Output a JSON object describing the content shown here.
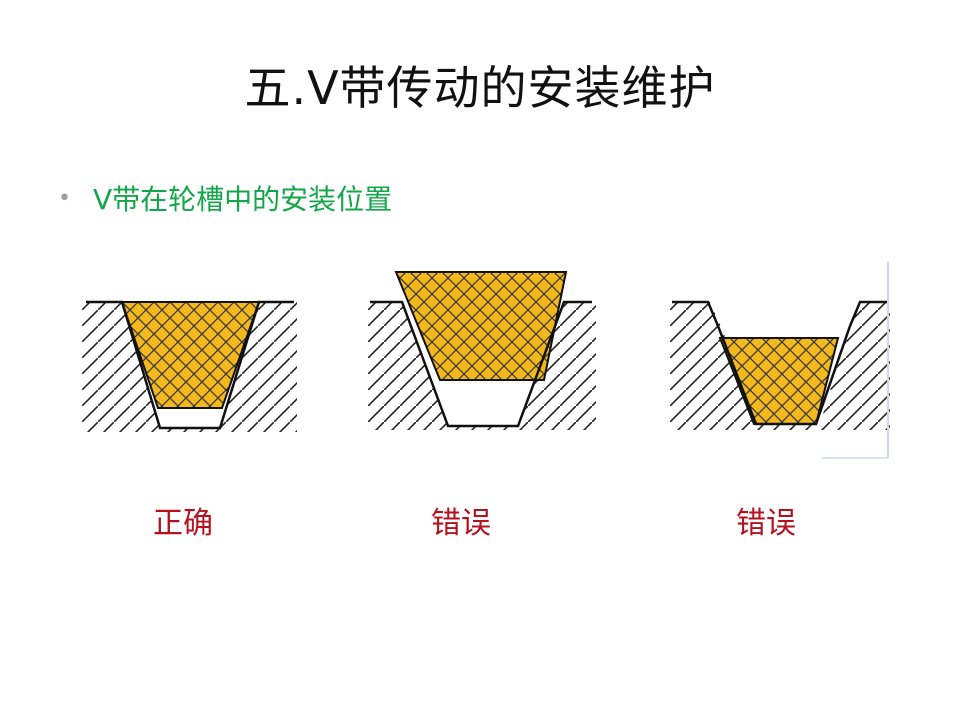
{
  "slide": {
    "title": "五.V带传动的安装维护",
    "bullet": "V带在轮槽中的安装位置"
  },
  "diagrams": [
    {
      "label": "正确"
    },
    {
      "label": "错误"
    },
    {
      "label": "错误"
    }
  ],
  "colors": {
    "title": "#111111",
    "bullet_text": "#14a64a",
    "label": "#b3121f",
    "belt_fill": "#f2b81c",
    "line": "#111111"
  },
  "icons": [
    "bullet-dot"
  ]
}
